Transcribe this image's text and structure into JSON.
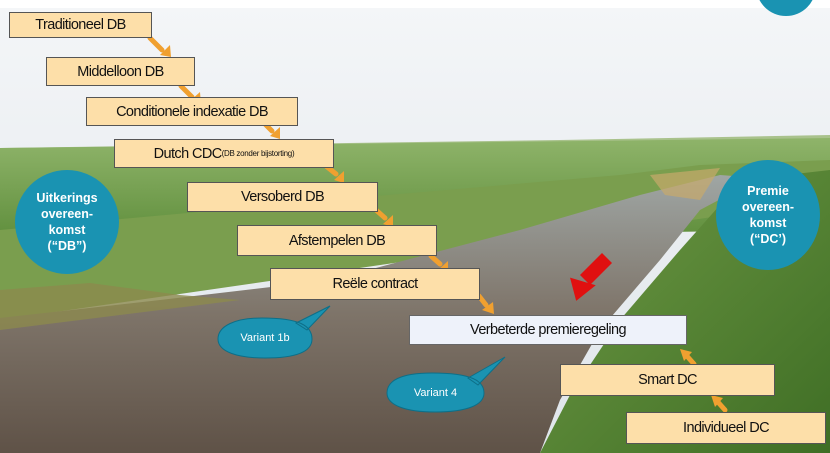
{
  "steps": [
    {
      "label": "Traditioneel DB"
    },
    {
      "label": "Middelloon DB"
    },
    {
      "label": "Conditionele indexatie DB"
    },
    {
      "label": "Dutch CDC",
      "sub_label": "DB zonder bijstorting"
    },
    {
      "label": "Versoberd DB"
    },
    {
      "label": "Afstempelen DB"
    },
    {
      "label": "Reële contract"
    },
    {
      "label": "Verbeterde premieregeling",
      "highlighted": true
    },
    {
      "label": "Smart DC"
    },
    {
      "label": "Individueel DC"
    }
  ],
  "left_circle": {
    "text": "Uitkerings\novereen-\nkomst\n(“DB”)"
  },
  "right_circle": {
    "text": "Premie\novereen-\nkomst\n(“DC’)"
  },
  "callouts": [
    {
      "label": "Variant 1b"
    },
    {
      "label": "Variant 4"
    }
  ],
  "colors": {
    "box_fill": "#fddfa9",
    "highlight_fill": "#eef2fa",
    "connector": "#f0a030",
    "circle_fill": "#1a93b2",
    "pointer_arrow": "#e01010"
  }
}
